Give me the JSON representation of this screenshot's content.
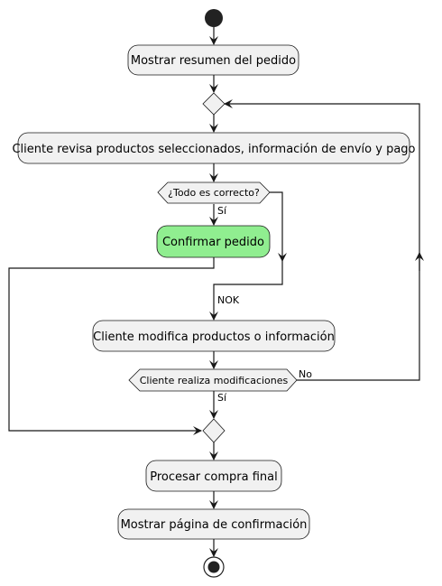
{
  "colors": {
    "node_fill": "#f1f1f1",
    "node_stroke": "#181818",
    "highlight_fill": "#90ee90",
    "line": "#181818",
    "background": "#ffffff"
  },
  "activities": {
    "show_summary": "Mostrar resumen del pedido",
    "review": "Cliente revisa productos seleccionados, información de envío y pago",
    "confirm": "Confirmar pedido",
    "modify": "Cliente modifica productos o información",
    "process": "Procesar compra final",
    "show_confirmation": "Mostrar página de confirmación"
  },
  "decisions": {
    "all_correct": "¿Todo es correcto?",
    "made_changes": "Cliente realiza modificaciones"
  },
  "guards": {
    "yes_1": "Sí",
    "nok": "NOK",
    "no": "No",
    "yes_2": "Sí"
  },
  "nodes": {
    "start": "start-node",
    "end": "end-node"
  }
}
